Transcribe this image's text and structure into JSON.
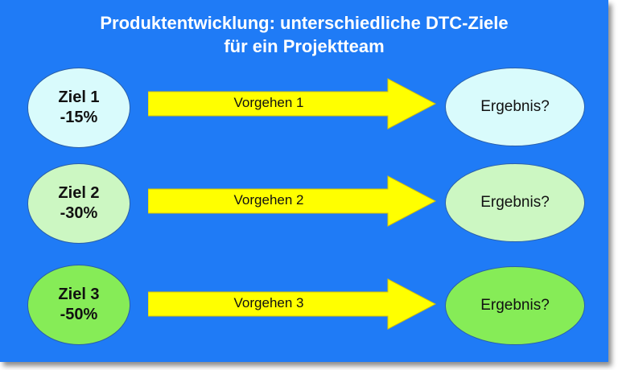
{
  "title": {
    "line1": "Produktentwicklung: unterschiedliche DTC-Ziele",
    "line2": "für ein Projektteam"
  },
  "rows": [
    {
      "goal_name": "Ziel 1",
      "goal_value": "-15%",
      "approach": "Vorgehen 1",
      "result": "Ergebnis?",
      "fill": "#d9fbfc"
    },
    {
      "goal_name": "Ziel 2",
      "goal_value": "-30%",
      "approach": "Vorgehen 2",
      "result": "Ergebnis?",
      "fill": "#ccf7c2"
    },
    {
      "goal_name": "Ziel 3",
      "goal_value": "-50%",
      "approach": "Vorgehen 3",
      "result": "Ergebnis?",
      "fill": "#86ec57"
    }
  ],
  "colors": {
    "background": "#1f7bf6",
    "arrow": "#ffff00",
    "title_text": "#ffffff"
  }
}
